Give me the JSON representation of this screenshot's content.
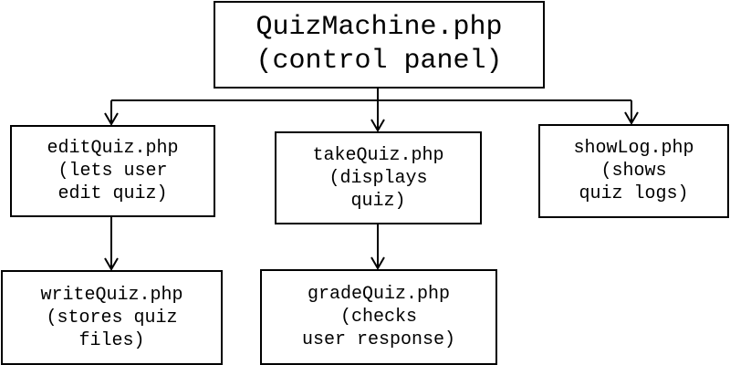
{
  "nodes": {
    "control": {
      "lines": [
        "QuizMachine.php",
        "(control panel)"
      ]
    },
    "edit": {
      "lines": [
        "editQuiz.php",
        "(lets user",
        "edit quiz)"
      ]
    },
    "take": {
      "lines": [
        "takeQuiz.php",
        "(displays",
        "quiz)"
      ]
    },
    "log": {
      "lines": [
        "showLog.php",
        "(shows",
        "quiz logs)"
      ]
    },
    "write": {
      "lines": [
        "writeQuiz.php",
        "(stores quiz",
        "files)"
      ]
    },
    "grade": {
      "lines": [
        "gradeQuiz.php",
        "(checks",
        "user response)"
      ]
    }
  },
  "edges": [
    {
      "from": "control",
      "to": "edit"
    },
    {
      "from": "control",
      "to": "take"
    },
    {
      "from": "control",
      "to": "log"
    },
    {
      "from": "edit",
      "to": "write"
    },
    {
      "from": "take",
      "to": "grade"
    }
  ],
  "colors": {
    "stroke": "#000000",
    "background": "#ffffff"
  }
}
